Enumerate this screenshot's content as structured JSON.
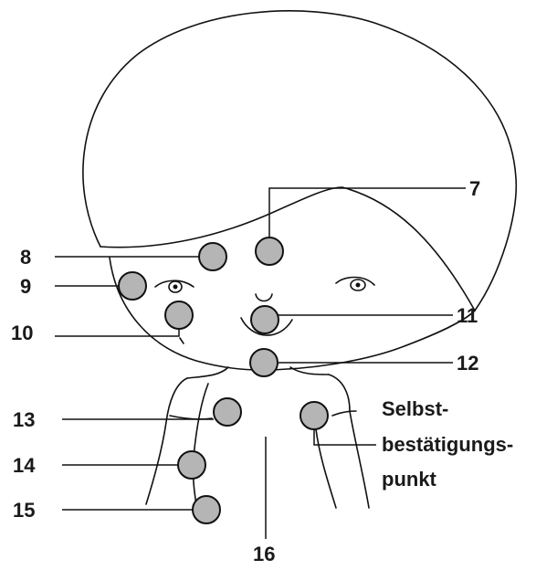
{
  "points": [
    {
      "id": "7",
      "label": "7"
    },
    {
      "id": "8",
      "label": "8"
    },
    {
      "id": "9",
      "label": "9"
    },
    {
      "id": "10",
      "label": "10"
    },
    {
      "id": "11",
      "label": "11"
    },
    {
      "id": "12",
      "label": "12"
    },
    {
      "id": "13",
      "label": "13"
    },
    {
      "id": "14",
      "label": "14"
    },
    {
      "id": "15",
      "label": "15"
    },
    {
      "id": "16",
      "label": "16"
    }
  ],
  "self_check": {
    "line1": "Selbst-",
    "line2": "bestätigungs-",
    "line3": "punkt"
  },
  "colors": {
    "point_fill": "#b5b5b5",
    "ink": "#111111",
    "background": "#ffffff"
  }
}
